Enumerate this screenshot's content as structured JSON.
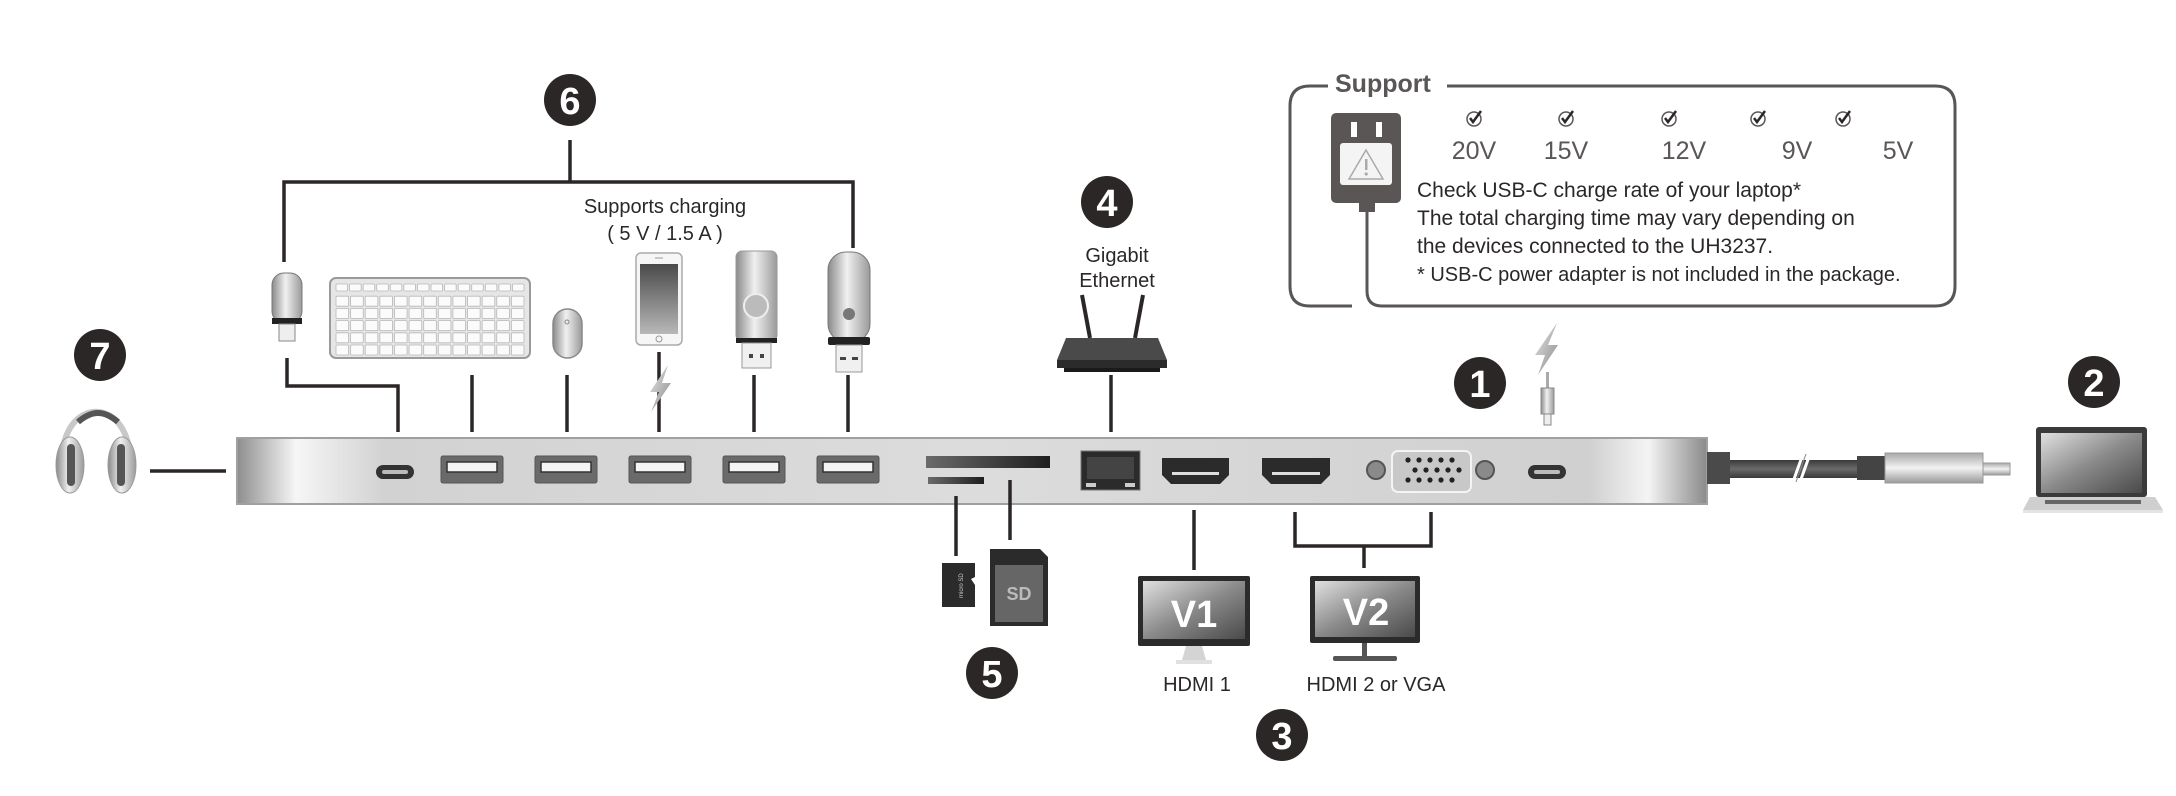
{
  "diagram": {
    "product_model": "UH3237",
    "callouts": [
      {
        "id": "1",
        "label": "USB-C power input"
      },
      {
        "id": "2",
        "label": "Laptop (USB-C host)"
      },
      {
        "id": "3",
        "label": "Video outputs"
      },
      {
        "id": "4",
        "label": "Gigabit Ethernet"
      },
      {
        "id": "5",
        "label": "Card readers"
      },
      {
        "id": "6",
        "label": "USB peripherals"
      },
      {
        "id": "7",
        "label": "Headphones"
      }
    ],
    "usb_group": {
      "charging_line1": "Supports charging",
      "charging_line2": "( 5 V / 1.5 A )"
    },
    "ethernet": {
      "line1": "Gigabit",
      "line2": "Ethernet"
    },
    "video": {
      "monitor1_badge": "V1",
      "monitor2_badge": "V2",
      "monitor1_label": "HDMI 1",
      "monitor2_label": "HDMI 2 or VGA"
    },
    "cards": {
      "sd_label": "SD",
      "microsd_label": "micro SD"
    },
    "support": {
      "title": "Support",
      "voltages": [
        {
          "value": "20V",
          "supported": true
        },
        {
          "value": "15V",
          "supported": true
        },
        {
          "value": "12V",
          "supported": true
        },
        {
          "value": "9V",
          "supported": true
        },
        {
          "value": "5V",
          "supported": true
        }
      ],
      "line1": "Check USB-C charge rate of your laptop*",
      "line2": "The total charging time may vary depending on",
      "line3": "the devices connected to the UH3237.",
      "line4": "* USB-C power adapter is not included in the package."
    },
    "colors": {
      "ink": "#2b2727",
      "hub_silver": "#d6d6d6",
      "port_dark": "#3a3a3a",
      "box_border": "#5a5656"
    }
  }
}
